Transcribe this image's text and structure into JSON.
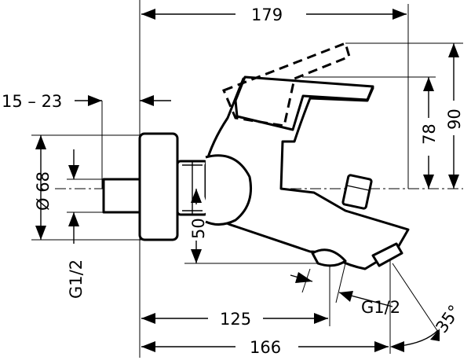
{
  "drawing": {
    "dimensions": {
      "width_top": "179",
      "wall_projection": "15 – 23",
      "flange_diameter": "Ø 68",
      "inlet_thread": "G1/2",
      "height_lower": "78",
      "height_upper": "90",
      "spout_drop": "50",
      "spout_reach_center": "125",
      "spout_reach_total": "166",
      "outlet_thread": "G1/2",
      "spout_angle": "35°"
    }
  }
}
